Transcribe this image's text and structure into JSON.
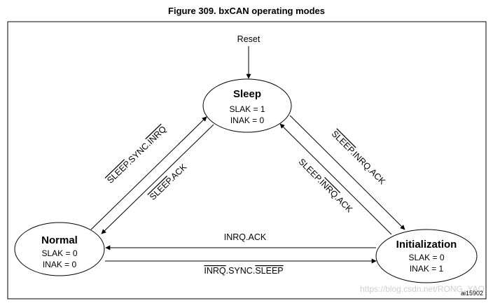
{
  "title": "Figure 309. bxCAN operating modes",
  "figure_id": "ai15902",
  "watermark": "https://blog.csdn.net/RONG_YAO",
  "start": {
    "label": "Reset"
  },
  "states": {
    "sleep": {
      "name": "Sleep",
      "line1": "SLAK = 1",
      "line2": "INAK = 0"
    },
    "normal": {
      "name": "Normal",
      "line1": "SLAK = 0",
      "line2": "INAK = 0"
    },
    "init": {
      "name": "Initialization",
      "line1": "SLAK = 0",
      "line2": "INAK = 1"
    }
  },
  "transitions": {
    "normal_to_sleep": {
      "a": "SLEEP",
      "b": ".SYNC.",
      "c": "INRQ"
    },
    "sleep_to_normal": {
      "a": "SLEEP",
      "b": ".ACK"
    },
    "sleep_to_init": {
      "a": "SLEEP",
      "b": ".INRQ.ACK"
    },
    "init_to_sleep": {
      "a": "SLEEP.",
      "b": "INRQ",
      "c": ".ACK"
    },
    "init_to_normal": {
      "a": "INRQ.ACK"
    },
    "normal_to_init": {
      "a": "INRQ",
      "b": ".SYNC.",
      "c": "SLEEP"
    }
  }
}
